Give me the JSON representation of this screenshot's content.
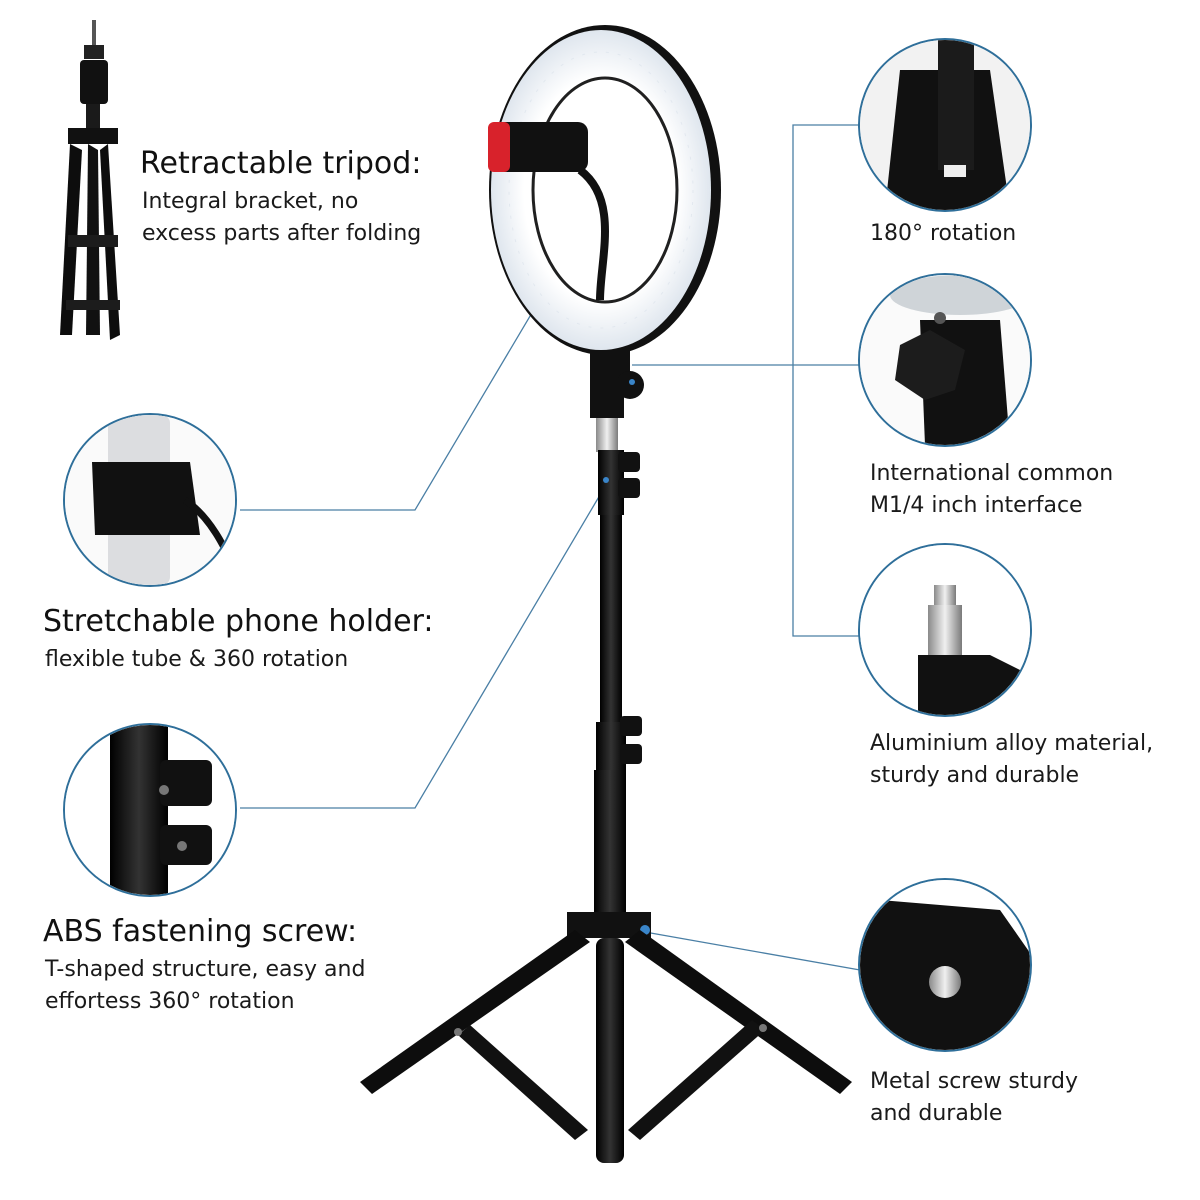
{
  "features_left": [
    {
      "title": "Retractable tripod:",
      "lines": [
        "Integral bracket, no",
        "excess parts after folding"
      ]
    },
    {
      "title": "Stretchable phone holder:",
      "lines": [
        "flexible tube & 360 rotation"
      ]
    },
    {
      "title": "ABS fastening screw:",
      "lines": [
        "T-shaped structure, easy and",
        "effortess 360° rotation"
      ]
    }
  ],
  "features_right": [
    {
      "lines": [
        "180° rotation"
      ]
    },
    {
      "lines": [
        "International common",
        "M1/4 inch interface"
      ]
    },
    {
      "lines": [
        "Aluminium alloy material,",
        "sturdy and durable"
      ]
    },
    {
      "lines": [
        "Metal screw sturdy",
        "and durable"
      ]
    }
  ],
  "colors": {
    "leader_line": "#4a7fa5",
    "circle_border": "#2f6f9a",
    "stand": "#111111",
    "ring_light": "#f4f7fb",
    "phone_clip_accent": "#d8222b"
  }
}
